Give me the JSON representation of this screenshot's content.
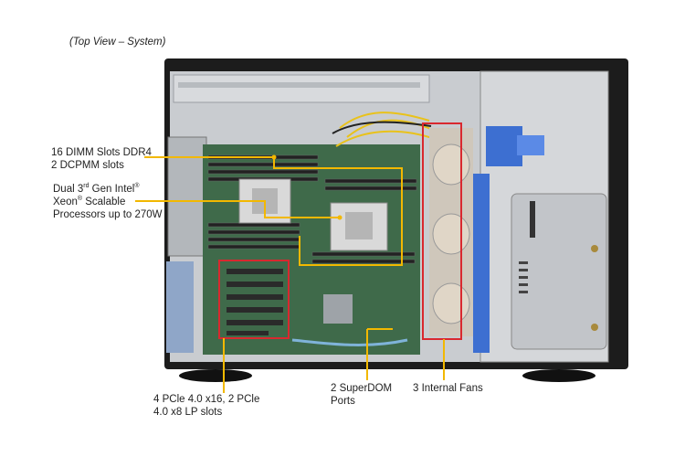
{
  "caption": {
    "title": "(Top View – System)"
  },
  "callouts": {
    "dimm_line1": "16 DIMM Slots DDR4",
    "dimm_line2": "2 DCPMM slots",
    "cpu_line1_a": "Dual 3",
    "cpu_line1_sup1": "rd",
    "cpu_line1_b": " Gen Intel",
    "cpu_line1_sup2": "®",
    "cpu_line2_a": "Xeon",
    "cpu_line2_sup": "®",
    "cpu_line2_b": " Scalable",
    "cpu_line3": "Processors up to 270W",
    "pcie_line1": "4 PCle 4.0 x16, 2 PCle",
    "pcie_line2": "4.0 x8 LP slots",
    "superdom_line1": "2 SuperDOM",
    "superdom_line2": "Ports",
    "fans": "3 Internal  Fans"
  },
  "colors": {
    "callout_line": "#f2b800",
    "highlight_box": "#d9282f",
    "chassis": "#1c1c1c",
    "board": "#3f6a4a"
  }
}
